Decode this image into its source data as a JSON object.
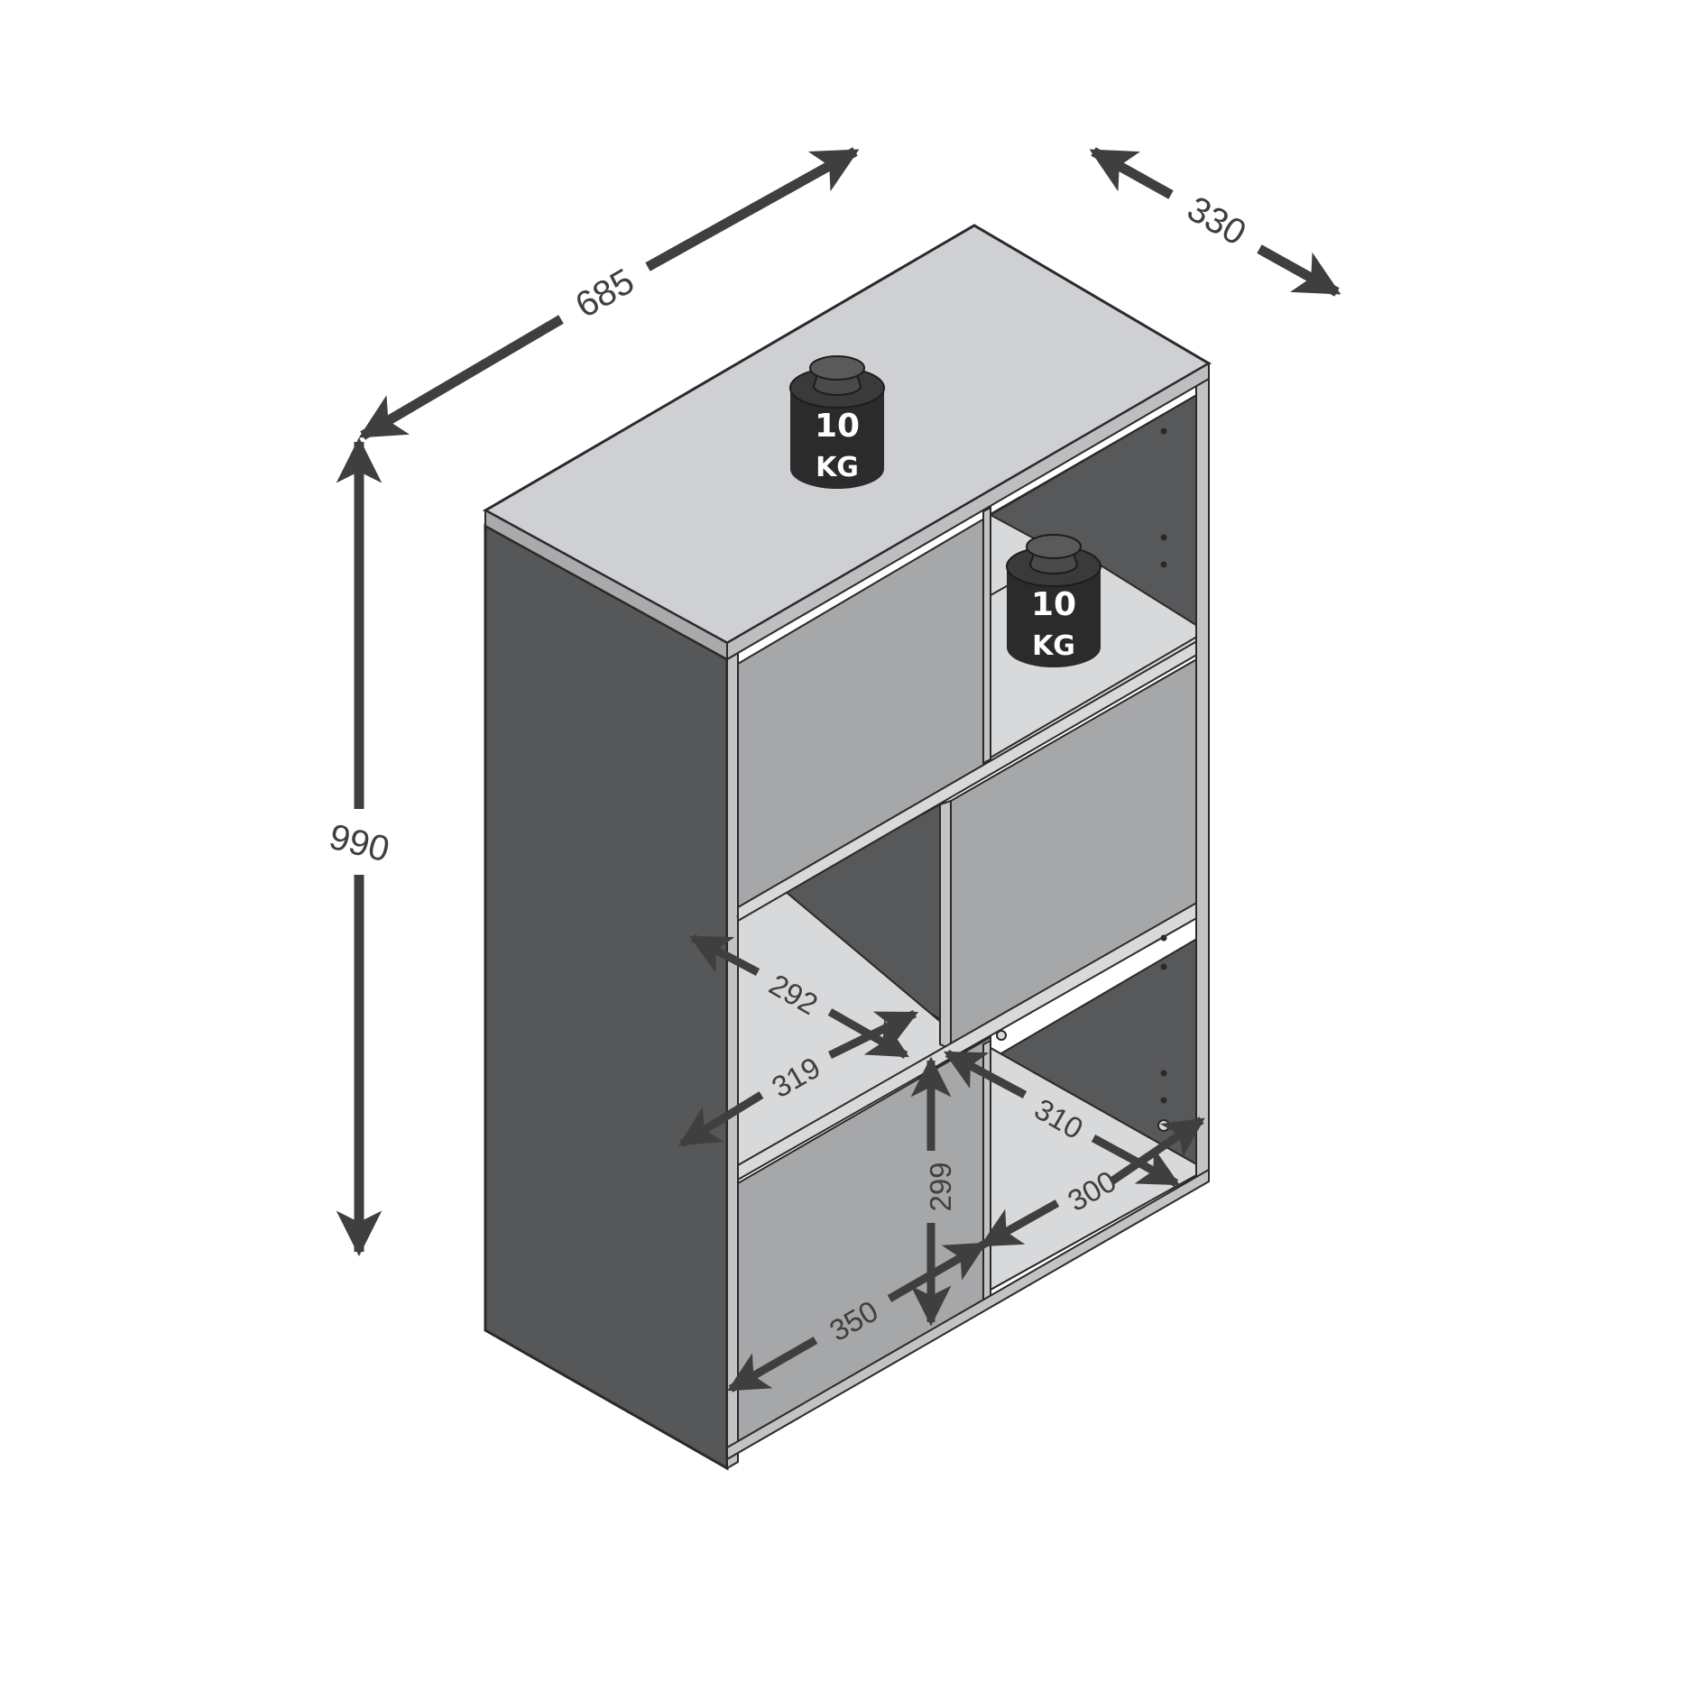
{
  "diagram": {
    "overall": {
      "width": "685",
      "depth": "330",
      "height": "990"
    },
    "interior": {
      "compartment_depth_upper": "292",
      "compartment_width_upper": "319",
      "compartment_depth_lower": "310",
      "compartment_depth_back": "300",
      "compartment_height": "299",
      "compartment_width_lower": "350"
    },
    "load_limits": [
      {
        "value": "10",
        "unit": "KG",
        "location": "top"
      },
      {
        "value": "10",
        "unit": "KG",
        "location": "shelf"
      }
    ],
    "colors": {
      "top_surface": "#cfd0d3",
      "side_panel": "#565759",
      "interior_light": "#a6a7a9",
      "interior_dark": "#57585a",
      "shelf_surface": "#d8d9db",
      "arrow": "#3f3f40",
      "weight": "#2b2b2c"
    }
  }
}
